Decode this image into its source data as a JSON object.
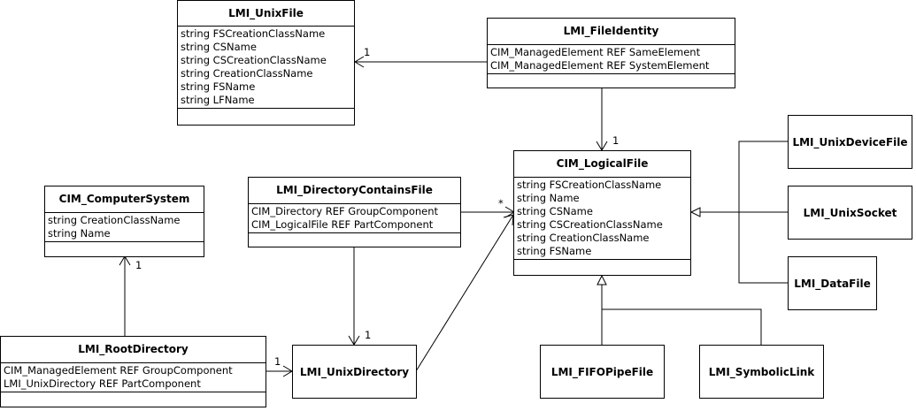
{
  "classes": {
    "unixfile": {
      "name": "LMI_UnixFile",
      "attrs": [
        "string FSCreationClassName",
        "string CSName",
        "string CSCreationClassName",
        "string CreationClassName",
        "string FSName",
        "string LFName"
      ]
    },
    "fileidentity": {
      "name": "LMI_FileIdentity",
      "attrs": [
        "CIM_ManagedElement REF SameElement",
        "CIM_ManagedElement REF SystemElement"
      ]
    },
    "logicalfile": {
      "name": "CIM_LogicalFile",
      "attrs": [
        "string FSCreationClassName",
        "string Name",
        "string CSName",
        "string CSCreationClassName",
        "string CreationClassName",
        "string FSName"
      ]
    },
    "computersystem": {
      "name": "CIM_ComputerSystem",
      "attrs": [
        "string CreationClassName",
        "string Name"
      ]
    },
    "dircontainsfile": {
      "name": "LMI_DirectoryContainsFile",
      "attrs": [
        "CIM_Directory REF GroupComponent",
        "CIM_LogicalFile REF PartComponent"
      ]
    },
    "rootdirectory": {
      "name": "LMI_RootDirectory",
      "attrs": [
        "CIM_ManagedElement REF GroupComponent",
        "LMI_UnixDirectory REF PartComponent"
      ]
    },
    "unixdirectory": {
      "name": "LMI_UnixDirectory"
    },
    "unixdevicefile": {
      "name": "LMI_UnixDeviceFile"
    },
    "unixsocket": {
      "name": "LMI_UnixSocket"
    },
    "datafile": {
      "name": "LMI_DataFile"
    },
    "fifopipefile": {
      "name": "LMI_FIFOPipeFile"
    },
    "symboliclink": {
      "name": "LMI_SymbolicLink"
    }
  },
  "multiplicities": {
    "unixfile": "1",
    "logicalfile_top": "1",
    "logicalfile_star": "*",
    "computersystem": "1",
    "unixdirectory_top": "1",
    "unixdirectory_left": "1"
  }
}
